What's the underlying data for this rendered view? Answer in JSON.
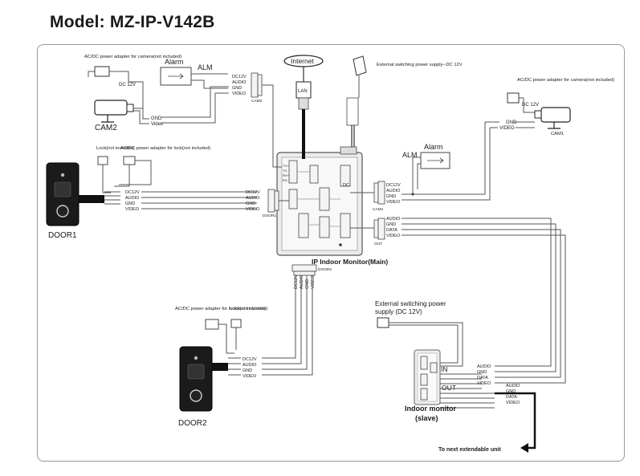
{
  "model_title": "Model: MZ-IP-V142B",
  "internet": "Internet",
  "lan": "LAN",
  "main_monitor_label": "IP Indoor Monitor(Main)",
  "slave": {
    "line1": "Indoor monitor",
    "line2": "(slave)"
  },
  "next_unit": "To next extendable unit",
  "cam1": {
    "name": "CAM1",
    "adapter_note": "AC/DC power adapter for camera(not included)",
    "dc": "DC 12V",
    "gnd": "GND",
    "video": "VIDEO",
    "small": "CAM1"
  },
  "cam2": {
    "name": "CAM2",
    "adapter_note": "AC/DC power adapter for camera(not included)",
    "dc": "DC 12V",
    "gnd": "GND",
    "video": "Video",
    "small": "CAM2"
  },
  "alarm_left": {
    "title": "Alarm",
    "alm": "ALM"
  },
  "alarm_right": {
    "title": "Alarm",
    "alm": "ALM"
  },
  "psu_top": "External switching power supply--DC 12V",
  "psu_slave": {
    "line1": "External switching power",
    "line2": "supply (DC 12V)"
  },
  "door1": {
    "name": "DOOR1",
    "lock": "Lock(not included)",
    "adapter": "AC/DC power adapter for lock(not included)"
  },
  "door2": {
    "name": "DOOR2",
    "lock": "Lock(not included)",
    "adapter": "AC/DC power adapter for lock(not included)",
    "small": "DOOR2"
  },
  "connector_tags": {
    "door1": "DOOR1",
    "cam1": "CAM1",
    "out": "OUT",
    "dc": "DC",
    "in": "IN",
    "out_slave": "OUT",
    "cam2": "CAM2"
  },
  "wires": {
    "door_set": [
      "DC12V",
      "AUDIO",
      "GND",
      "VIDEO"
    ],
    "cam2_set": [
      "DC12V",
      "AUDIO",
      "GND",
      "VIDEO"
    ],
    "cam1_set": [
      "DC12V",
      "AUDIO",
      "GND",
      "VIDEO"
    ],
    "out_set": [
      "AUDIO",
      "GND",
      "DATA",
      "VIDEO"
    ],
    "slave_in": [
      "AUDIO",
      "GND",
      "DATA",
      "VIDEO"
    ],
    "slave_out": [
      "AUDIO",
      "GND",
      "DATA",
      "VIDEO"
    ],
    "door2_vertical": [
      "DC12V",
      "AUDIO",
      "GND",
      "VIDEO"
    ]
  }
}
